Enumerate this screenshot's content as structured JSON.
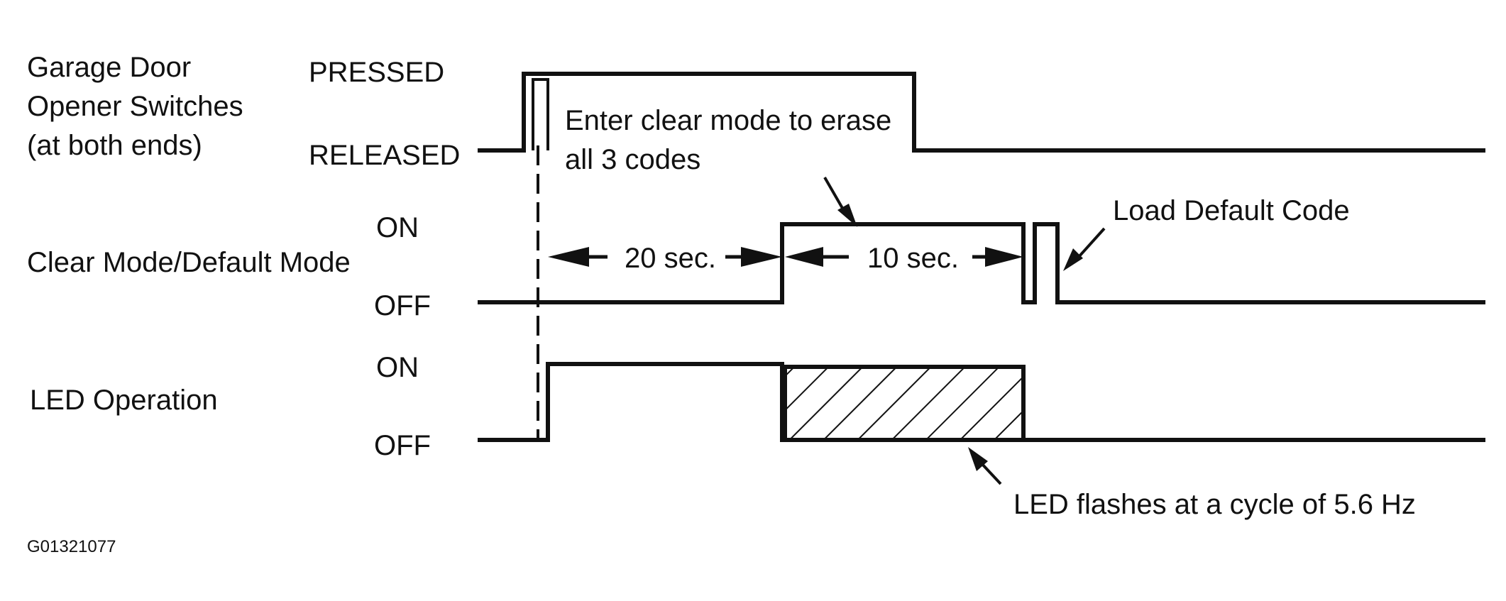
{
  "signals": [
    {
      "label_lines": [
        "Garage Door",
        "Opener Switches",
        "(at both ends)"
      ],
      "high_level": "PRESSED",
      "low_level": "RELEASED"
    },
    {
      "label_lines": [
        "Clear Mode/Default Mode"
      ],
      "high_level": "ON",
      "low_level": "OFF"
    },
    {
      "label_lines": [
        "LED Operation"
      ],
      "high_level": "ON",
      "low_level": "OFF"
    }
  ],
  "annotations": {
    "clear_mode": [
      "Enter clear mode to erase",
      "all 3 codes"
    ],
    "duration_1": "20 sec.",
    "duration_2": "10 sec.",
    "load_default": "Load Default Code",
    "led_flash": "LED flashes at a cycle of 5.6 Hz"
  },
  "figure_code": "G01321077"
}
